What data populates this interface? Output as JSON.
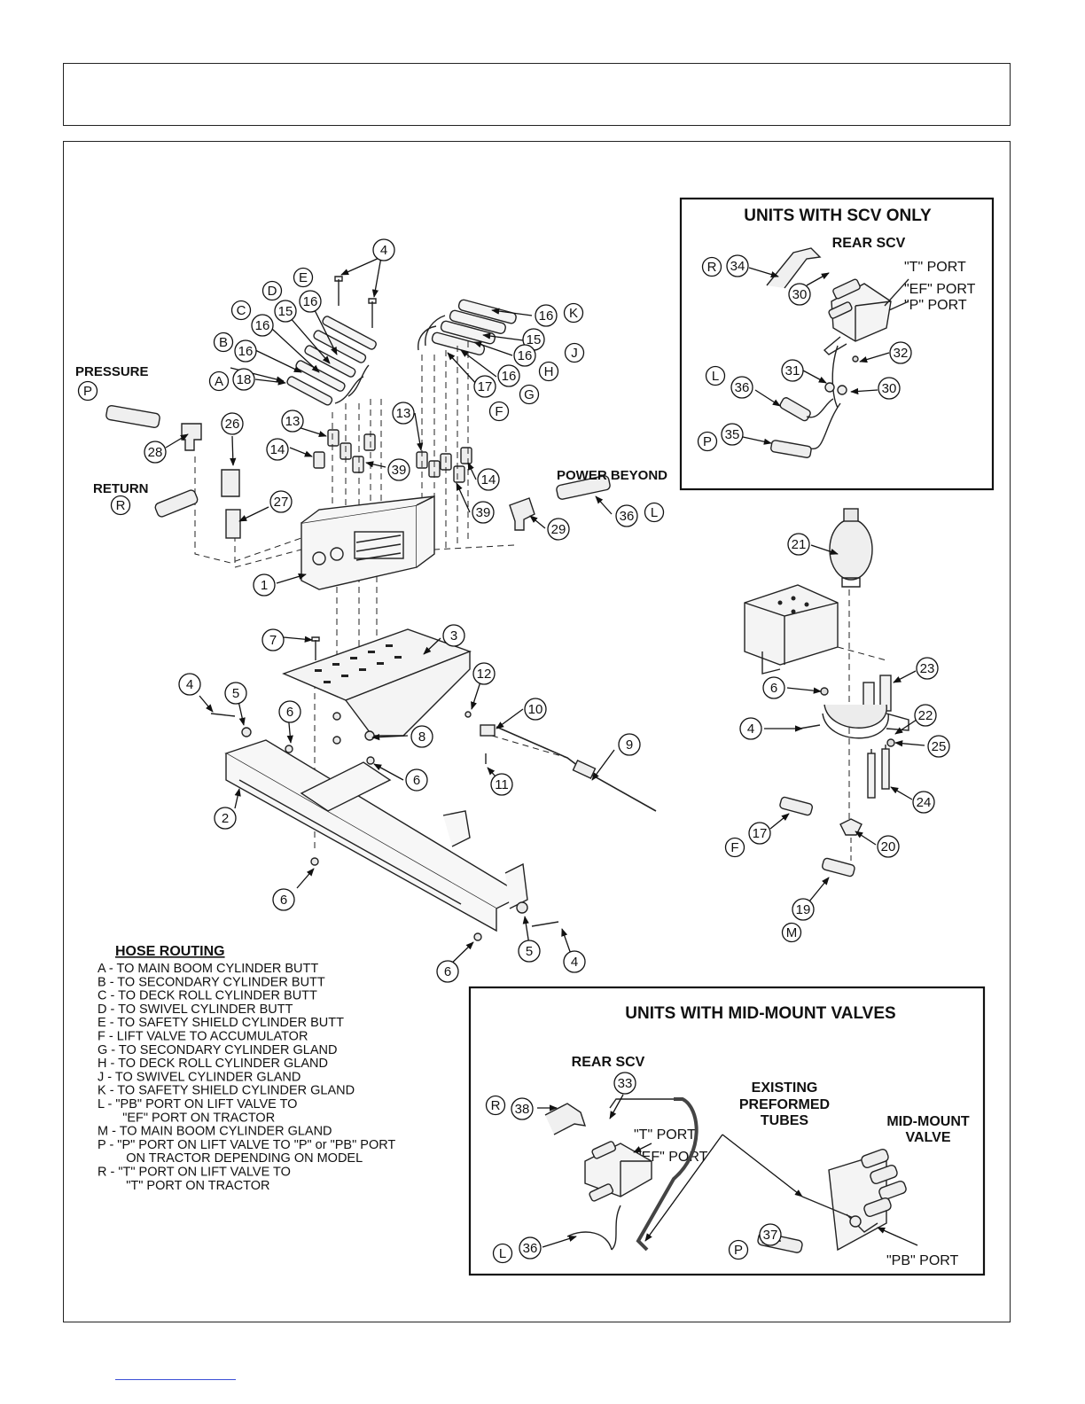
{
  "header": {
    "title": ""
  },
  "labels": {
    "pressure": "PRESSURE",
    "return": "RETURN",
    "power_beyond": "POWER BEYOND"
  },
  "scv_inset": {
    "title": "UNITS WITH SCV ONLY",
    "rear_scv": "REAR  SCV",
    "t_port": "\"T\" PORT",
    "ef_port": "\"EF\" PORT",
    "p_port": "\"P\" PORT"
  },
  "midmount_inset": {
    "title": "UNITS WITH MID-MOUNT VALVES",
    "rear_scv": "REAR  SCV",
    "existing_1": "EXISTING",
    "existing_2": "PREFORMED",
    "existing_3": "TUBES",
    "midmount_1": "MID-MOUNT",
    "midmount_2": "VALVE",
    "t_port": "\"T\" PORT",
    "ef_port": "\"EF\" PORT",
    "pb_port": "\"PB\" PORT"
  },
  "hose_routing": {
    "title": "HOSE ROUTING",
    "lines": [
      "A - TO MAIN BOOM CYLINDER BUTT",
      "B - TO SECONDARY CYLINDER BUTT",
      "C - TO DECK ROLL CYLINDER BUTT",
      "D - TO SWIVEL CYLINDER BUTT",
      "E - TO SAFETY SHIELD CYLINDER BUTT",
      "F - LIFT VALVE TO ACCUMULATOR",
      "G - TO SECONDARY CYLINDER GLAND",
      "H - TO DECK ROLL CYLINDER GLAND",
      "J - TO SWIVEL CYLINDER GLAND",
      "K - TO SAFETY SHIELD CYLINDER GLAND",
      "L - \"PB\" PORT ON LIFT VALVE TO",
      "       \"EF\" PORT ON TRACTOR",
      "M - TO MAIN BOOM CYLINDER GLAND",
      "P - \"P\" PORT ON LIFT VALVE TO \"P\" or \"PB\" PORT",
      "        ON TRACTOR DEPENDING ON MODEL",
      "R - \"T\" PORT ON LIFT VALVE TO",
      "        \"T\" PORT ON TRACTOR"
    ]
  },
  "callouts": [
    "4",
    "E",
    "D",
    "16",
    "C",
    "15",
    "16",
    "B",
    "16",
    "A",
    "18",
    "P",
    "28",
    "26",
    "13",
    "14",
    "39",
    "R",
    "27",
    "1",
    "16",
    "K",
    "15",
    "J",
    "16",
    "H",
    "16",
    "G",
    "17",
    "F",
    "13",
    "14",
    "39",
    "36",
    "L",
    "29",
    "7",
    "3",
    "12",
    "10",
    "8",
    "9",
    "6",
    "11",
    "4",
    "5",
    "6",
    "2",
    "6",
    "5",
    "6",
    "4",
    "21",
    "23",
    "6",
    "22",
    "4",
    "25",
    "24",
    "17",
    "F",
    "20",
    "19",
    "M",
    "R",
    "34",
    "30",
    "31",
    "L",
    "36",
    "32",
    "30",
    "P",
    "35",
    "33",
    "R",
    "38",
    "L",
    "36",
    "37",
    "P"
  ]
}
